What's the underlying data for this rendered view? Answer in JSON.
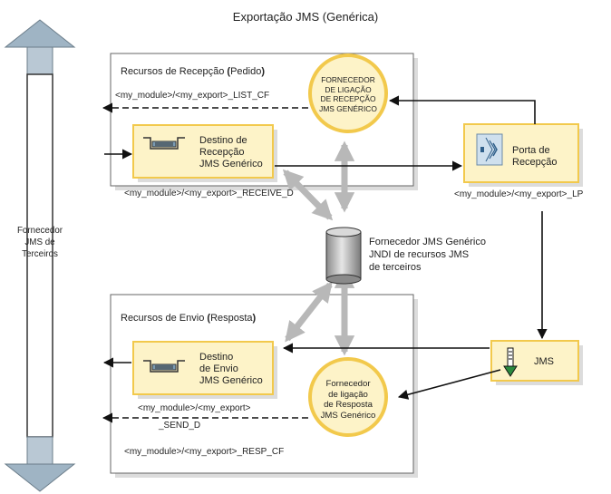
{
  "diagram": {
    "title": "Exportação JMS (Genérica)",
    "third_party": {
      "lines": [
        "Fornecedor",
        "JMS de",
        "Terceiros"
      ]
    },
    "receive_box": {
      "title_pre": "Recursos de Recepção ",
      "title_paren_open": "(",
      "title_word": "Pedido",
      "title_paren_close": ")",
      "list_cf": "<my_module>/<my_export>_LIST_CF",
      "receive_d": "<my_module>/<my_export>_RECEIVE_D",
      "destination": {
        "lines": [
          "Destino de",
          "Recepção",
          "JMS Genérico"
        ]
      },
      "provider": {
        "lines": [
          "FORNECEDOR",
          "DE LIGAÇÃO",
          "DE RECEPÇÃO",
          "JMS GENÉRICO"
        ]
      }
    },
    "port": {
      "lines": [
        "Porta de",
        "Recepção"
      ],
      "label": "<my_module>/<my_export>_LP"
    },
    "jndi": {
      "lines": [
        "Fornecedor JMS Genérico",
        "JNDI de recursos JMS",
        "de terceiros"
      ]
    },
    "send_box": {
      "title_pre": "Recursos de Envio ",
      "title_paren_open": "(",
      "title_word": "Resposta",
      "title_paren_close": ")",
      "send_d_1": "<my_module>/<my_export>",
      "send_d_2": "_SEND_D",
      "resp_cf": "<my_module>/<my_export>_RESP_CF",
      "destination": {
        "lines": [
          "Destino",
          "de Envio",
          "JMS Genérico"
        ]
      },
      "provider": {
        "lines": [
          "Fornecedor",
          "de ligação",
          "de Resposta",
          "JMS Genérico"
        ]
      }
    },
    "jms": {
      "label": "JMS"
    },
    "colors": {
      "yellow_fill": "#fdf3c8",
      "yellow_stroke": "#f2c94c",
      "gray_arrow": "#b8b8b8",
      "box_stroke": "#666666",
      "shadow": "#dcdcdc"
    }
  }
}
